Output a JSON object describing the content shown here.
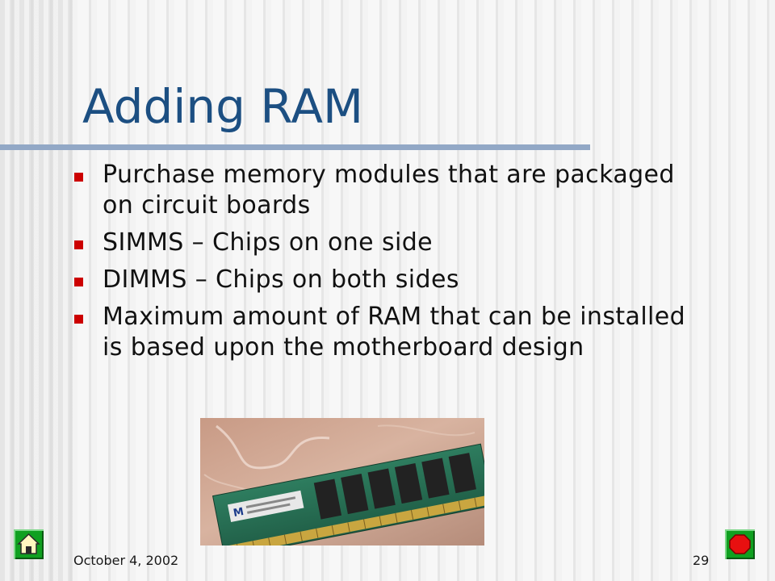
{
  "slide": {
    "title": "Adding RAM",
    "bullets": [
      "Purchase memory modules that are packaged on circuit boards",
      "SIMMS – Chips on one side",
      "DIMMS – Chips on both sides",
      "Maximum amount of RAM that can be installed is based upon the motherboard design"
    ],
    "image": "ram-module-photo"
  },
  "footer": {
    "date": "October 4, 2002",
    "page_number": "29"
  },
  "nav": {
    "home_icon": "home-icon",
    "stop_icon": "stop-icon"
  },
  "colors": {
    "title": "#1c4f82",
    "title_rule": "#92a8c6",
    "bullet_marker": "#cc0000",
    "nav_button": "#10a020",
    "stop_sign": "#e81010"
  }
}
